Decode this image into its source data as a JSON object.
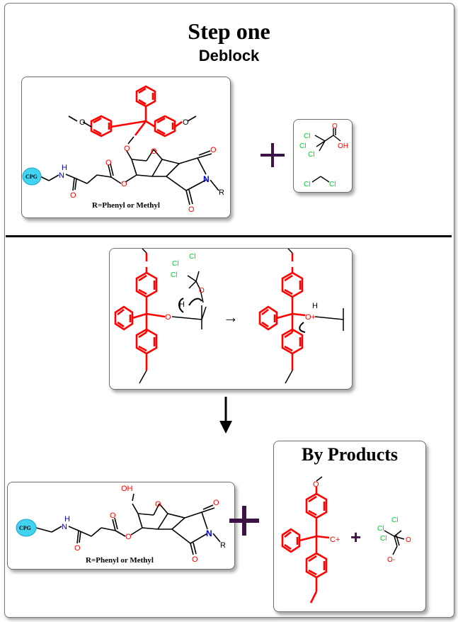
{
  "step": {
    "title": "Step one",
    "subtitle": "Deblock"
  },
  "reactant": {
    "support_label": "CPG",
    "amide_nh": "N",
    "amide_h": "H",
    "r_note": "R=Phenyl or Methyl",
    "r_group": "R",
    "imide_n": "N",
    "o_label": "O",
    "methoxy_o": "O"
  },
  "reagents": {
    "plus": "+",
    "cl": "Cl",
    "oh": "OH",
    "o": "O"
  },
  "mechanism": {
    "h": "H",
    "o_plus": "O+",
    "arrow": "→"
  },
  "product": {
    "support_label": "CPG",
    "oh": "OH",
    "r_note": "R=Phenyl or Methyl",
    "r_group": "R"
  },
  "byproducts": {
    "title": "By Products",
    "carbocation": "C+",
    "plus": "+",
    "o_minus": "O-"
  },
  "colors": {
    "dmt": "#ff0000",
    "chlorine": "#00cc33",
    "nitrogen": "#0000cc",
    "support": "#41d3f0",
    "plus_sign": "#3d1245",
    "bond": "#000000"
  }
}
